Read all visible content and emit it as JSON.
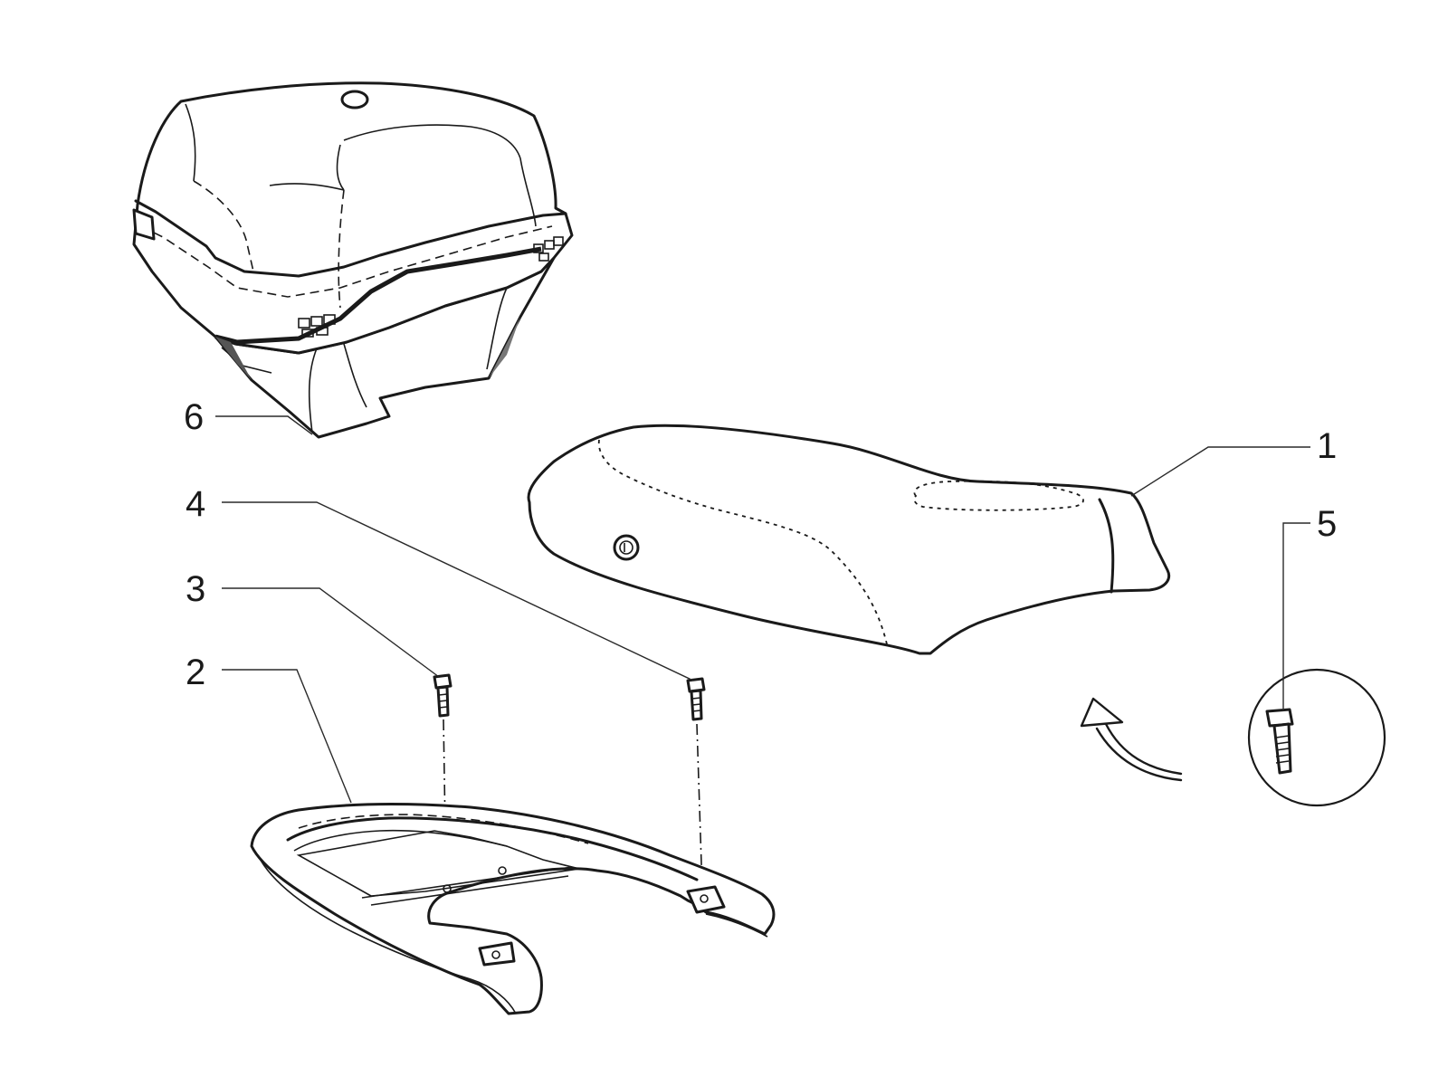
{
  "callouts": [
    {
      "id": "1",
      "label": "1"
    },
    {
      "id": "2",
      "label": "2"
    },
    {
      "id": "3",
      "label": "3"
    },
    {
      "id": "4",
      "label": "4"
    },
    {
      "id": "5",
      "label": "5"
    },
    {
      "id": "6",
      "label": "6"
    }
  ],
  "colors": {
    "line": "#1a1a1a",
    "background": "#ffffff"
  }
}
